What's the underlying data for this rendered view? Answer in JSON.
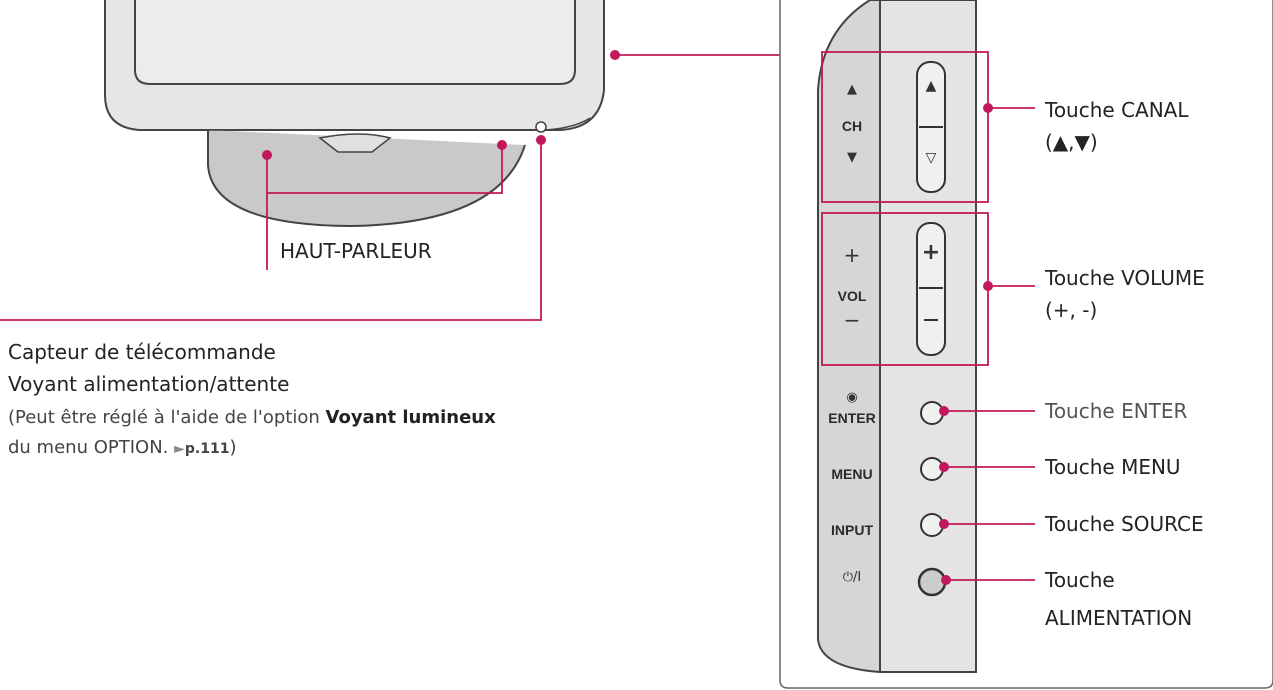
{
  "colors": {
    "leader": "#c2185b",
    "outline": "#444444",
    "panel_fill": "#e2e2e2",
    "panel_shadow": "#cfcfcf",
    "tv_fill": "#e6e6e6",
    "stand_fill": "#c8c8c8"
  },
  "labels": {
    "speaker": "HAUT-PARLEUR",
    "sensor": "Capteur de télécommande",
    "indicator": "Voyant alimentation/attente",
    "note_prefix": "(Peut être réglé à l'aide de l'option ",
    "note_bold": "Voyant lumineux",
    "note_line2": "du menu OPTION. ",
    "note_arrow": "►",
    "note_ref": "p.111",
    "note_close": ")",
    "canal": "Touche CANAL",
    "canal_sub": "(▲,▼)",
    "volume": "Touche VOLUME",
    "volume_sub": "(+, -)",
    "enter": "Touche ENTER",
    "menu": "Touche MENU",
    "source": "Touche SOURCE",
    "power": "Touche",
    "power_sub": "ALIMENTATION"
  },
  "panel": {
    "ch_up": "▲",
    "ch": "CH",
    "ch_down": "▼",
    "vol_plus": "+",
    "vol": "VOL",
    "vol_minus": "−",
    "enter_symbol": "◉",
    "enter": "ENTER",
    "menu": "MENU",
    "input": "INPUT",
    "power_symbol": "⏻/I"
  },
  "rocker": {
    "up": "▲",
    "down": "▽",
    "plus": "+"
  }
}
